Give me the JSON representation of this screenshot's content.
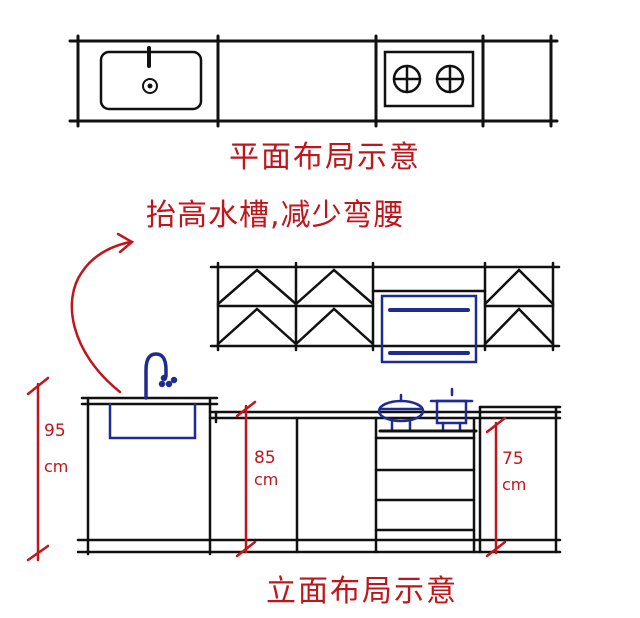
{
  "plan_caption": "平面布局示意",
  "elevation_caption": "立面布局示意",
  "callout_note": "抬高水槽,减少弯腰",
  "dimensions": [
    {
      "id": "sink-height",
      "value": "95",
      "unit": "cm"
    },
    {
      "id": "counter-height",
      "value": "85",
      "unit": "cm"
    },
    {
      "id": "right-counter-height",
      "value": "75",
      "unit": "cm"
    }
  ],
  "colors": {
    "ink": "#111111",
    "annotation": "#c0151b",
    "appliance": "#1f2b8f"
  }
}
